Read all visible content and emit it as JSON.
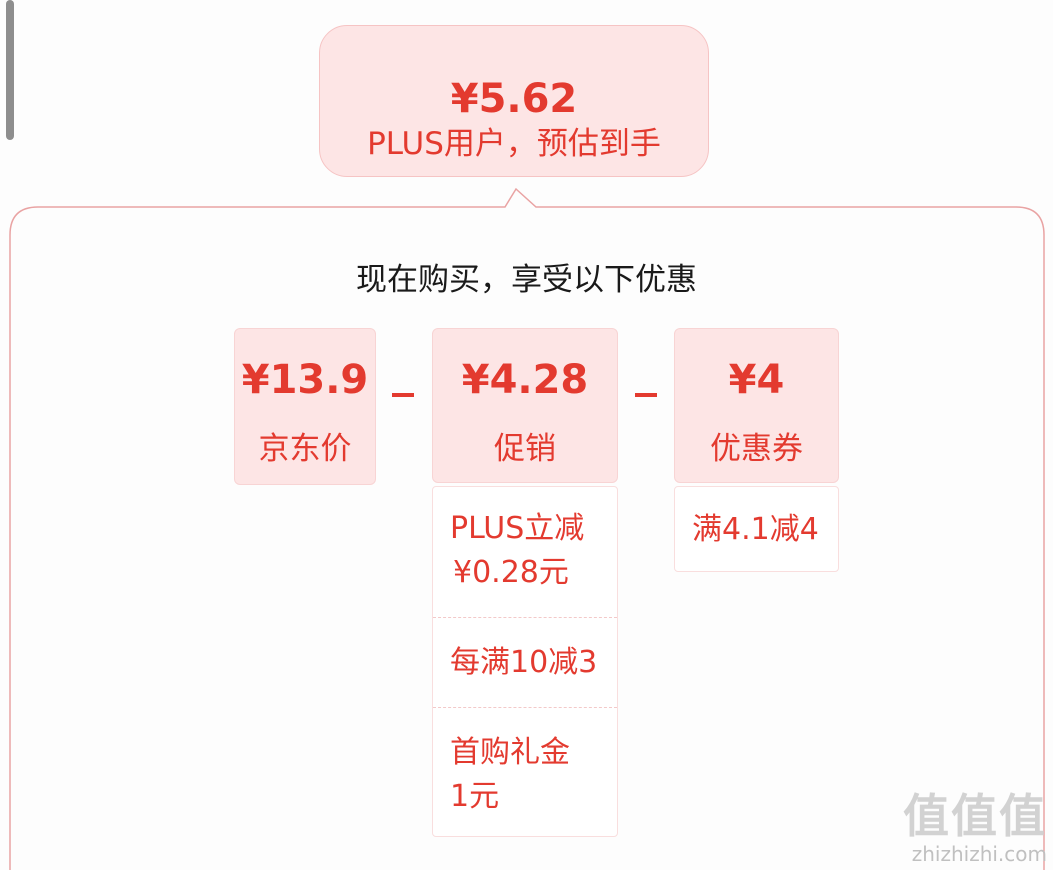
{
  "summary": {
    "price": "¥5.62",
    "subtitle": "PLUS用户，预估到手"
  },
  "panel": {
    "title": "现在购买，享受以下优惠",
    "cards": [
      {
        "amount": "¥13.9",
        "label": "京东价"
      },
      {
        "amount": "¥4.28",
        "label": "促销"
      },
      {
        "amount": "¥4",
        "label": "优惠券"
      }
    ],
    "operator": "−",
    "promotions": [
      {
        "line1": "PLUS立减",
        "line2": "¥0.28元"
      },
      {
        "line1": "每满10减3"
      },
      {
        "line1": "首购礼金",
        "line2": "1元"
      }
    ],
    "coupons": [
      {
        "line1": "满4.1减4"
      }
    ]
  },
  "watermark": {
    "logo": "值值值",
    "url": "zhizhizhi.com"
  },
  "colors": {
    "accent": "#e33a2f",
    "card_bg": "#fde5e5",
    "panel_border": "#e9a3a3"
  }
}
